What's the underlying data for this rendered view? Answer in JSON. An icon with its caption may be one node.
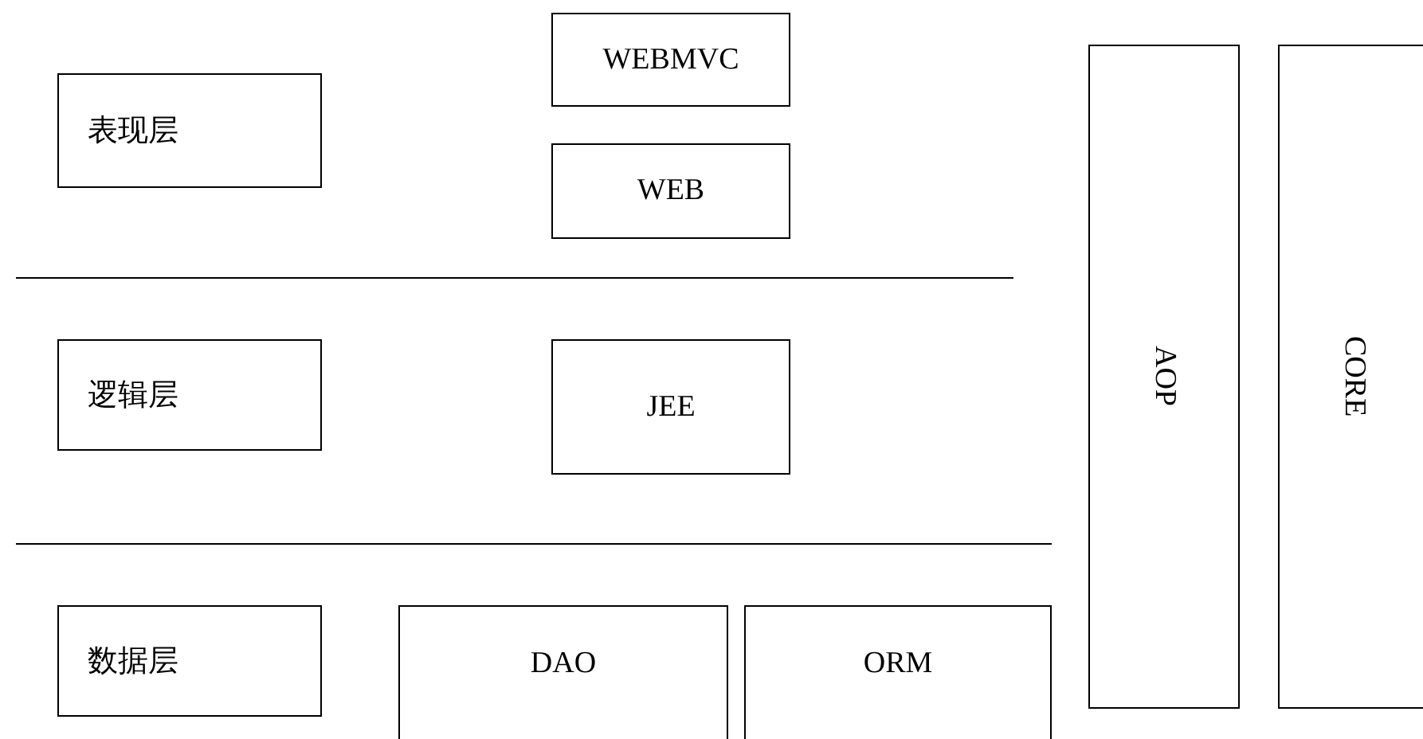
{
  "diagram": {
    "nodes": [
      {
        "text": [
          "表现层"
        ]
      },
      {
        "text": [
          "WEBMVC"
        ]
      },
      {
        "text": [
          "WEB"
        ]
      },
      {
        "text": [
          "逻辑层"
        ]
      },
      {
        "text": [
          "JEE"
        ]
      },
      {
        "text": [
          "数据层"
        ]
      },
      {
        "text": [
          "DAO"
        ]
      },
      {
        "text": [
          "ORM"
        ]
      },
      {
        "text": [
          "AOP"
        ]
      },
      {
        "text": [
          "CORE"
        ]
      }
    ]
  }
}
